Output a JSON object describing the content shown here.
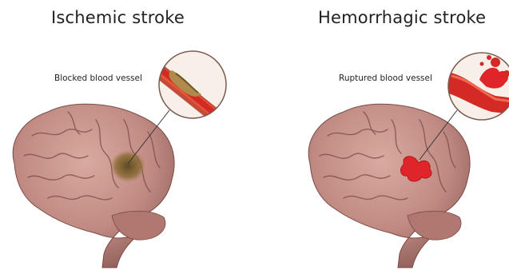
{
  "panels": [
    {
      "title": "Ischemic stroke",
      "callout_label": "Blocked blood vessel"
    },
    {
      "title": "Hemorrhagic stroke",
      "callout_label": "Ruptured blood vessel"
    }
  ],
  "colors": {
    "brain_base": "#c6958c",
    "brain_shadow": "#8c5a55",
    "blood": "#e1262a",
    "clot": "#8a6a32"
  }
}
